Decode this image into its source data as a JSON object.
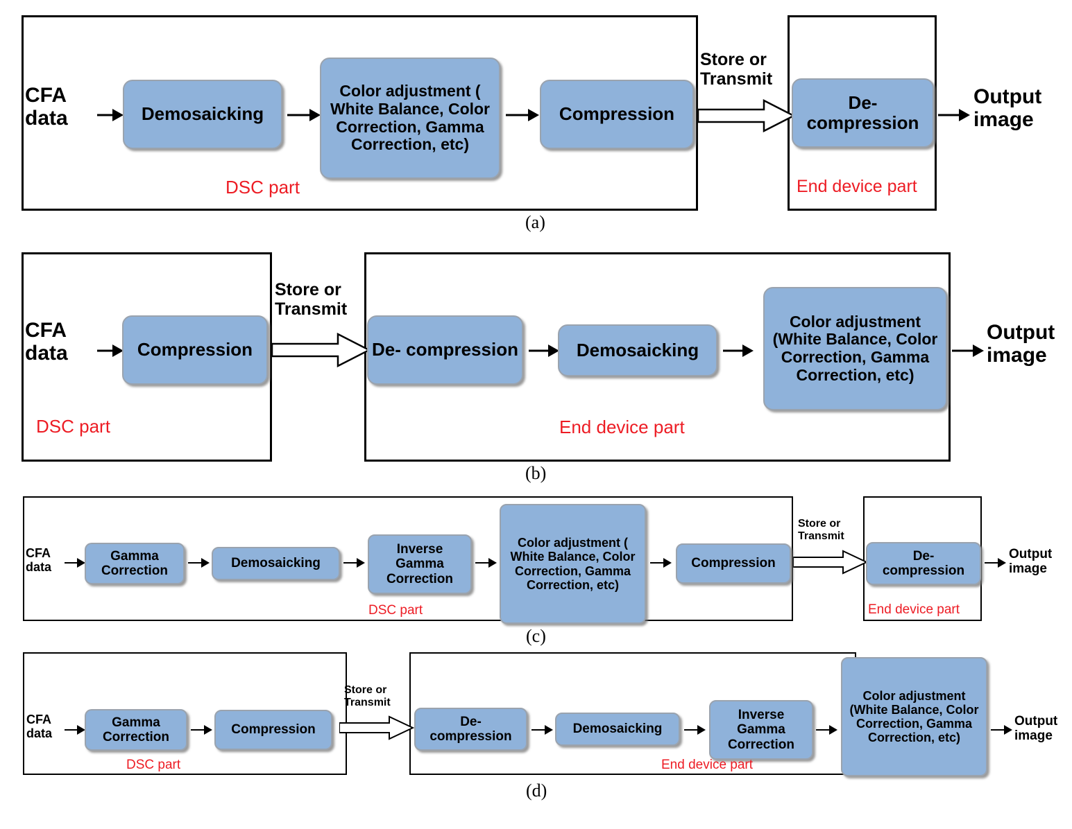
{
  "figure": {
    "title": "Digital still camera image processing pipelines",
    "accent_box_color": "#8FB2DA",
    "part_label_color": "#ED1C24",
    "border_color": "#000000"
  },
  "labels": {
    "cfa_data": "CFA\ndata",
    "output_image": "Output\nimage",
    "store_or_transmit": "Store or\nTransmit",
    "dsc_part": "DSC part",
    "end_device_part": "End device part"
  },
  "blocks": {
    "demosaicking": "Demosaicking",
    "compression": "Compression",
    "decompression": "De-\ncompression",
    "gamma_correction": "Gamma\nCorrection",
    "inverse_gamma_correction": "Inverse\nGamma\nCorrection",
    "color_adjustment_a": "Color adjustment\n( White Balance,\nColor Correction,\nGamma\nCorrection, etc)",
    "color_adjustment_b": "Color adjustment\n(White Balance,\nColor Correction,\nGamma\nCorrection, etc)",
    "color_adjustment_c": "Color\nadjustment\n( White Balance,\nColor Correction,\nGamma\nCorrection, etc)",
    "color_adjustment_d": "Color\nadjustment\n(White Balance,\nColor Correction,\nGamma\nCorrection, etc)"
  },
  "captions": {
    "a": "(a)",
    "b": "(b)",
    "c": "(c)",
    "d": "(d)"
  },
  "panels": [
    {
      "id": "a",
      "caption": "(a)",
      "dsc_chain": [
        "CFA data",
        "Demosaicking",
        "Color adjustment ( White Balance, Color Correction, Gamma Correction, etc)",
        "Compression"
      ],
      "link": "Store or Transmit",
      "end_device_chain": [
        "De-compression",
        "Output image"
      ]
    },
    {
      "id": "b",
      "caption": "(b)",
      "dsc_chain": [
        "CFA data",
        "Compression"
      ],
      "link": "Store or Transmit",
      "end_device_chain": [
        "De-compression",
        "Demosaicking",
        "Color adjustment (White Balance, Color Correction, Gamma Correction, etc)",
        "Output image"
      ]
    },
    {
      "id": "c",
      "caption": "(c)",
      "dsc_chain": [
        "CFA data",
        "Gamma Correction",
        "Demosaicking",
        "Inverse Gamma Correction",
        "Color adjustment ( White Balance, Color Correction, Gamma Correction, etc)",
        "Compression"
      ],
      "link": "Store or Transmit",
      "end_device_chain": [
        "De-compression",
        "Output image"
      ]
    },
    {
      "id": "d",
      "caption": "(d)",
      "dsc_chain": [
        "CFA data",
        "Gamma Correction",
        "Compression"
      ],
      "link": "Store or Transmit",
      "end_device_chain": [
        "De-compression",
        "Demosaicking",
        "Inverse Gamma Correction",
        "Color adjustment (White Balance, Color Correction, Gamma Correction, etc)",
        "Output image"
      ]
    }
  ]
}
